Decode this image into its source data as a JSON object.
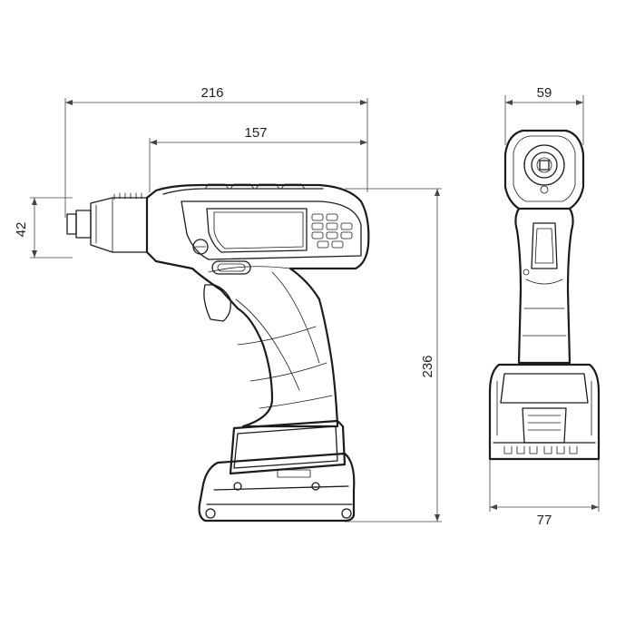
{
  "dimensions": {
    "side_total_length": "216",
    "side_body_length": "157",
    "side_chuck_height": "42",
    "side_total_height": "236",
    "front_top_width": "59",
    "front_bottom_width": "77"
  }
}
